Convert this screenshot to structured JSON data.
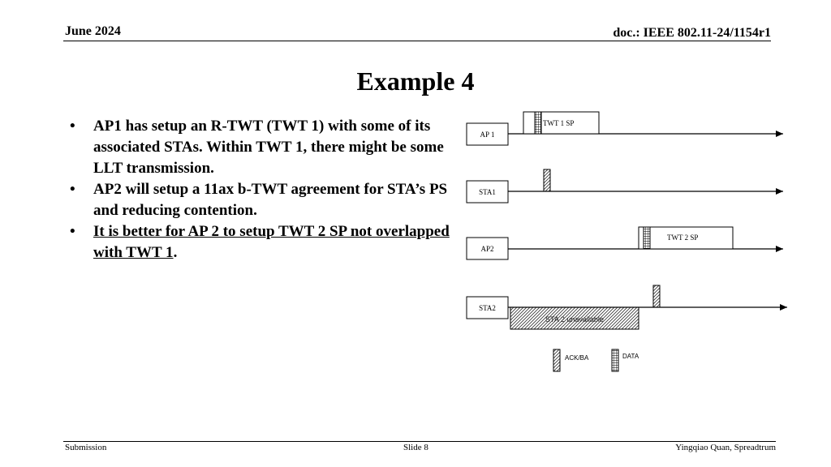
{
  "header": {
    "date": "June 2024",
    "doc": "doc.: IEEE 802.11-24/1154r1"
  },
  "title": "Example 4",
  "bullets": [
    {
      "symbol": "•",
      "text": "AP1 has setup an R-TWT (TWT 1) with some of its associated STAs. Within TWT 1, there might be some LLT transmission."
    },
    {
      "symbol": "•",
      "text": "AP2 will setup a 11ax b-TWT agreement for STA’s PS and reducing contention."
    },
    {
      "symbol": "•",
      "underlined": "It is better for AP 2 to setup TWT 2 SP not overlapped with TWT 1",
      "suffix": "."
    }
  ],
  "diagram": {
    "rows": [
      {
        "label": "AP 1"
      },
      {
        "label": "STA1"
      },
      {
        "label": "AP2"
      },
      {
        "label": "STA2"
      }
    ],
    "twt1_label": "TWT 1 SP",
    "twt2_label": "TWT 2 SP",
    "sta2_unavailable": "STA 2 unavailable",
    "legend": {
      "ack": "ACK/BA",
      "data": "DATA"
    }
  },
  "footer": {
    "left": "Submission",
    "center": "Slide 8",
    "right": "Yingqiao Quan, Spreadtrum"
  }
}
